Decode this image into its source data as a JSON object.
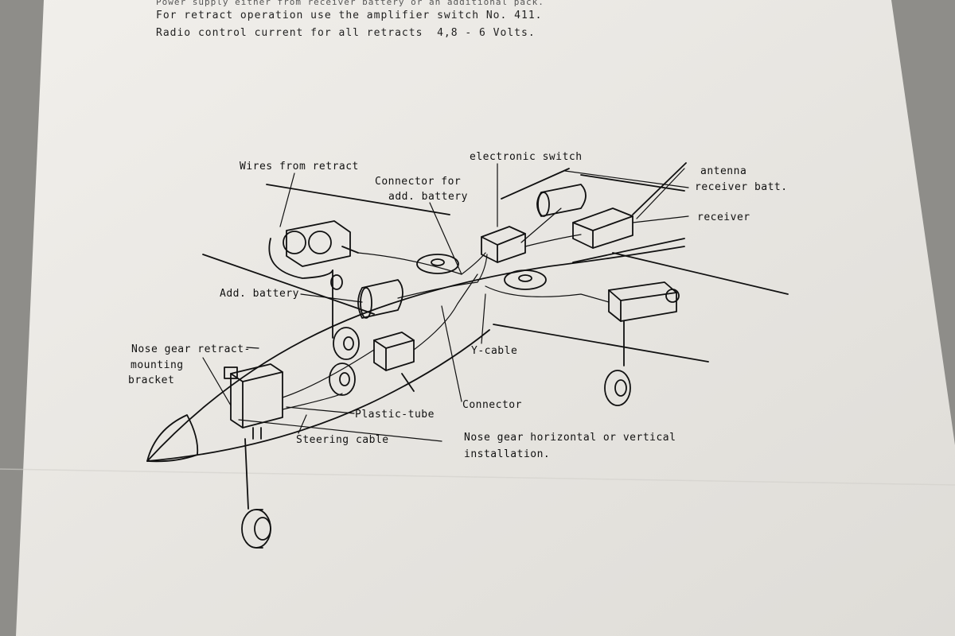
{
  "header": {
    "line0": "Power supply either from receiver battery or an additional pack.",
    "line1": "For retract operation use the amplifier switch No. 411.",
    "line2": "Radio control current for all retracts  4,8 - 6 Volts."
  },
  "labels": {
    "wires_from_retract": "Wires from retract",
    "connector_for": "Connector for",
    "add_battery_conn": "add. battery",
    "electronic_switch": "electronic switch",
    "antenna": "antenna",
    "receiver_batt": "receiver batt.",
    "receiver": "receiver",
    "add_battery": "Add. battery",
    "nose_gear_retract": "Nose gear retract-",
    "mounting": "mounting",
    "bracket": "bracket",
    "y_cable": "Y-cable",
    "plastic_tube": "Plastic-tube",
    "connector": "Connector",
    "steering_cable": "Steering cable",
    "nose_gear_install_1": "Nose gear horizontal or vertical",
    "nose_gear_install_2": "installation."
  },
  "colors": {
    "background": "#8e8d89",
    "paper": "#eceae6",
    "ink": "#111111"
  }
}
